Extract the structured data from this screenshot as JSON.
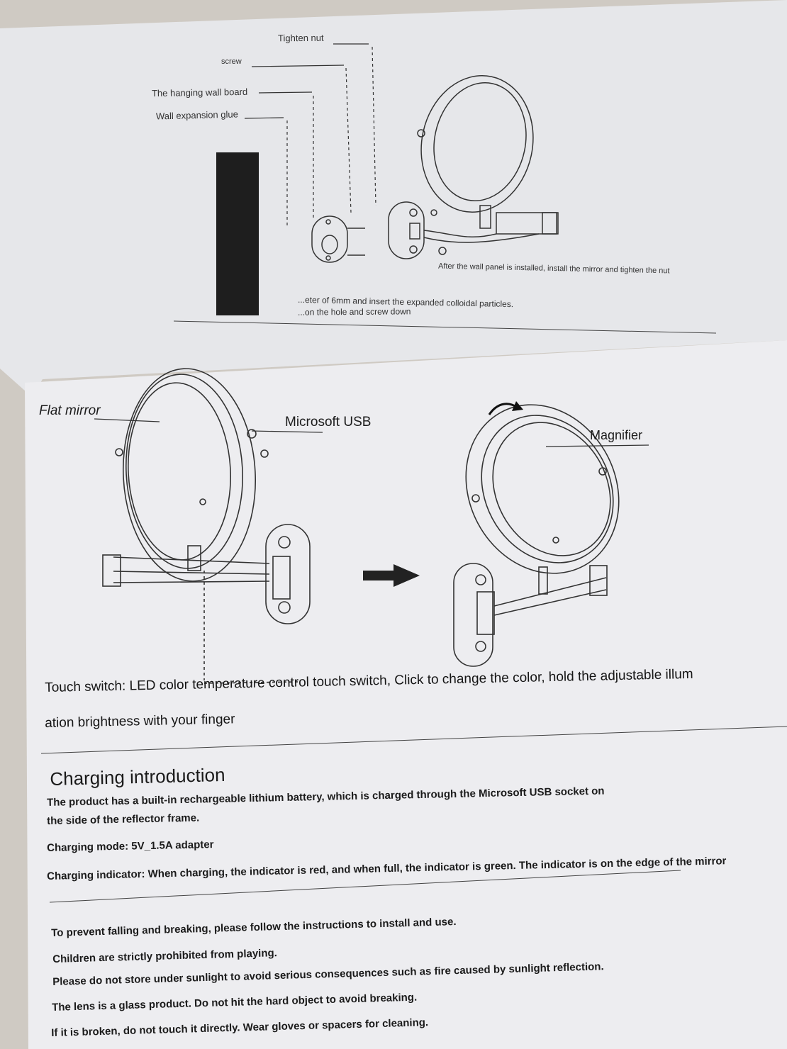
{
  "install_labels": {
    "tighten_nut": "Tighten nut",
    "screw": "screw",
    "wall_board": "The hanging wall board",
    "expansion_glue": "Wall expansion glue",
    "after_install": "After the wall panel is installed, install the mirror and tighten the nut",
    "drill_line1": "...eter of 6mm and insert the expanded colloidal particles.",
    "drill_line2": "...on the hole and screw down"
  },
  "mirror_labels": {
    "flat_mirror": "Flat mirror",
    "usb": "Microsoft USB",
    "magnifier": "Magnifier"
  },
  "touch_switch": {
    "line1": "Touch switch: LED color temperature control touch switch, Click to change the color, hold the adjustable illum",
    "line2": "ation brightness with your finger"
  },
  "charging": {
    "title": "Charging introduction",
    "p1_line1": "The product has a built-in rechargeable lithium battery, which is charged through the Microsoft USB socket on",
    "p1_line2": "the side of the reflector frame.",
    "mode": "Charging mode: 5V_1.5A adapter",
    "indicator": "Charging indicator: When charging, the indicator is red, and when full, the indicator is green. The indicator is on the edge of the mirror"
  },
  "warnings": [
    "To prevent falling and breaking, please follow the instructions to install and use.",
    "Children are strictly prohibited from playing.",
    "Please do not store under sunlight to avoid serious consequences such as fire caused by sunlight reflection.",
    "The lens is a glass product. Do not hit the hard object to avoid breaking.",
    "If it is broken, do not touch it directly. Wear gloves or spacers for cleaning."
  ]
}
